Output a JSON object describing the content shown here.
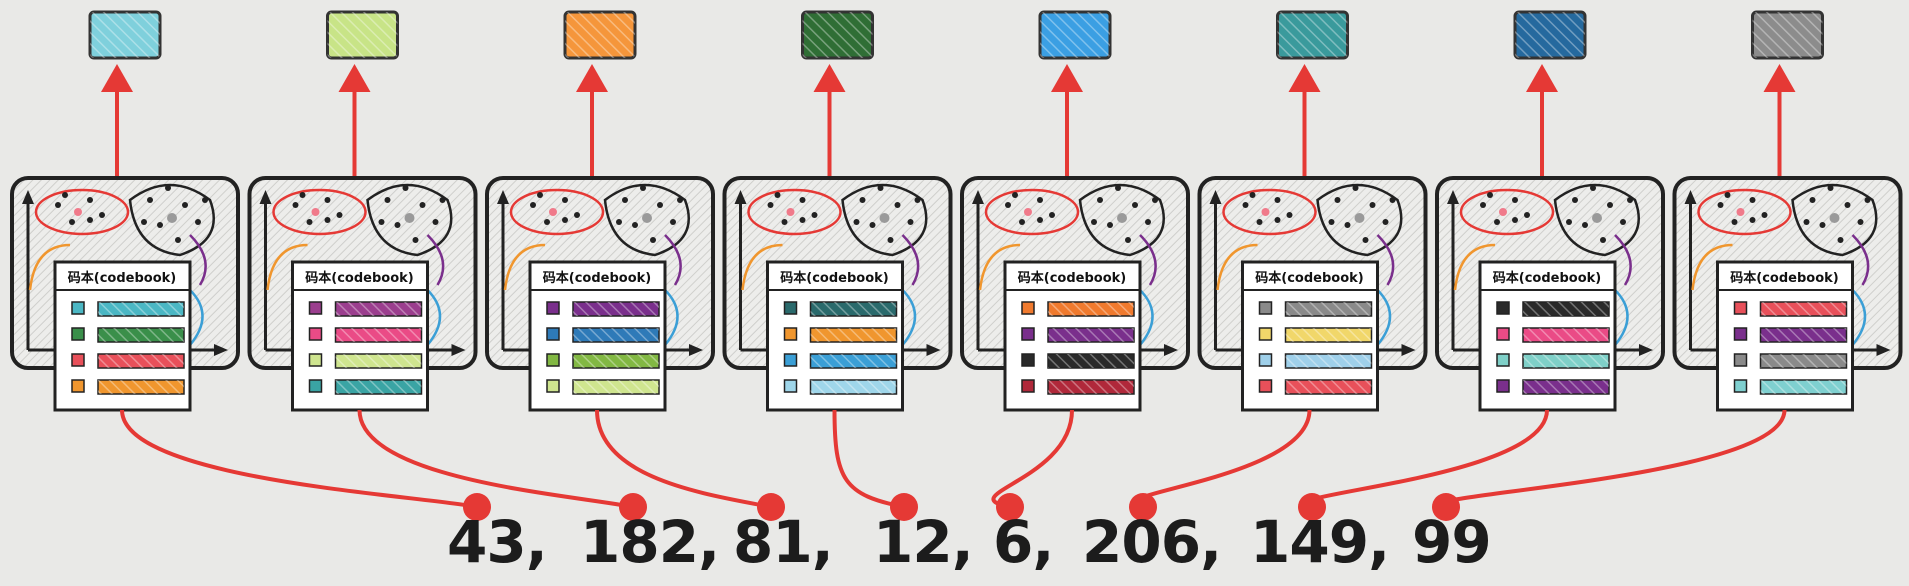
{
  "codebook_label": "码本(codebook)",
  "codes": [
    {
      "value": "43",
      "sep": ","
    },
    {
      "value": "182",
      "sep": ","
    },
    {
      "value": "81",
      "sep": ","
    },
    {
      "value": "12",
      "sep": ","
    },
    {
      "value": "6",
      "sep": ","
    },
    {
      "value": "206",
      "sep": ","
    },
    {
      "value": "149",
      "sep": ","
    },
    {
      "value": "99",
      "sep": ""
    }
  ],
  "colors": {
    "arrow": "#e53935",
    "dot": "#e53935",
    "text": "#1c1c1c"
  },
  "units": [
    {
      "output_color": "#7fd0dc",
      "entries": [
        {
          "icon": "#4bb7c4",
          "bar": "#4bb7c4"
        },
        {
          "icon": "#3a8f4a",
          "bar": "#3a8f4a"
        },
        {
          "icon": "#e8505a",
          "bar": "#e8505a"
        },
        {
          "icon": "#f0962e",
          "bar": "#f0962e"
        }
      ]
    },
    {
      "output_color": "#c8e487",
      "entries": [
        {
          "icon": "#9b3e8e",
          "bar": "#9b3e8e"
        },
        {
          "icon": "#ea4b86",
          "bar": "#ea4b86"
        },
        {
          "icon": "#cfe58f",
          "bar": "#cfe58f"
        },
        {
          "icon": "#3aa4a4",
          "bar": "#3aa4a4"
        }
      ]
    },
    {
      "output_color": "#f5963b",
      "entries": [
        {
          "icon": "#7a2f8c",
          "bar": "#7a2f8c"
        },
        {
          "icon": "#2e7ab8",
          "bar": "#2e7ab8"
        },
        {
          "icon": "#82b843",
          "bar": "#82b843"
        },
        {
          "icon": "#cfe58f",
          "bar": "#cfe58f"
        }
      ]
    },
    {
      "output_color": "#2f6e35",
      "entries": [
        {
          "icon": "#2a6a6c",
          "bar": "#2a6a6c"
        },
        {
          "icon": "#f0962e",
          "bar": "#f0962e"
        },
        {
          "icon": "#3b9fd6",
          "bar": "#3b9fd6"
        },
        {
          "icon": "#9fd6ea",
          "bar": "#9fd6ea"
        }
      ]
    },
    {
      "output_color": "#3b9fe3",
      "entries": [
        {
          "icon": "#f07a2e",
          "bar": "#f07a2e"
        },
        {
          "icon": "#7a2f8c",
          "bar": "#7a2f8c"
        },
        {
          "icon": "#2a2a2a",
          "bar": "#2a2a2a"
        },
        {
          "icon": "#b0283a",
          "bar": "#b0283a"
        }
      ]
    },
    {
      "output_color": "#3a9a9c",
      "entries": [
        {
          "icon": "#8a8a8a",
          "bar": "#8a8a8a"
        },
        {
          "icon": "#f1d76a",
          "bar": "#f1d76a"
        },
        {
          "icon": "#9fd0ea",
          "bar": "#9fd0ea"
        },
        {
          "icon": "#e8505a",
          "bar": "#e8505a"
        }
      ]
    },
    {
      "output_color": "#25699e",
      "entries": [
        {
          "icon": "#2a2a2a",
          "bar": "#2a2a2a"
        },
        {
          "icon": "#ea4b86",
          "bar": "#ea4b86"
        },
        {
          "icon": "#7fd0c8",
          "bar": "#7fd0c8"
        },
        {
          "icon": "#7a2f8c",
          "bar": "#7a2f8c"
        }
      ]
    },
    {
      "output_color": "#8c8c8c",
      "entries": [
        {
          "icon": "#e8505a",
          "bar": "#e8505a"
        },
        {
          "icon": "#7a2f8c",
          "bar": "#7a2f8c"
        },
        {
          "icon": "#8a8a8a",
          "bar": "#8a8a8a"
        },
        {
          "icon": "#7fd0d0",
          "bar": "#7fd0d0"
        }
      ]
    }
  ]
}
